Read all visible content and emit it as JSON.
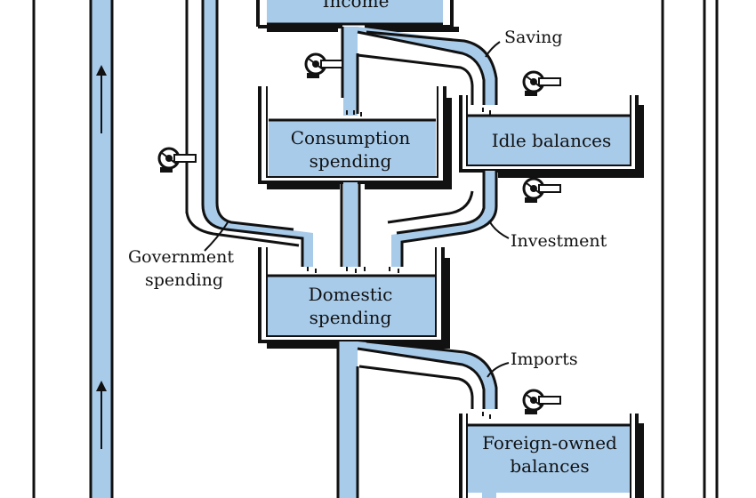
{
  "colors": {
    "water": "#a8cbea",
    "ink": "#111111",
    "paper": "#ffffff"
  },
  "tanks": {
    "income": "Income",
    "consumption_line1": "Consumption",
    "consumption_line2": "spending",
    "idle": "Idle balances",
    "domestic_line1": "Domestic",
    "domestic_line2": "spending",
    "foreign_line1": "Foreign-owned",
    "foreign_line2": "balances"
  },
  "flows": {
    "saving": "Saving",
    "investment": "Investment",
    "government_line1": "Government",
    "government_line2": "spending",
    "imports": "Imports"
  },
  "icons": [
    "valve-icon",
    "flow-arrow-icon"
  ]
}
